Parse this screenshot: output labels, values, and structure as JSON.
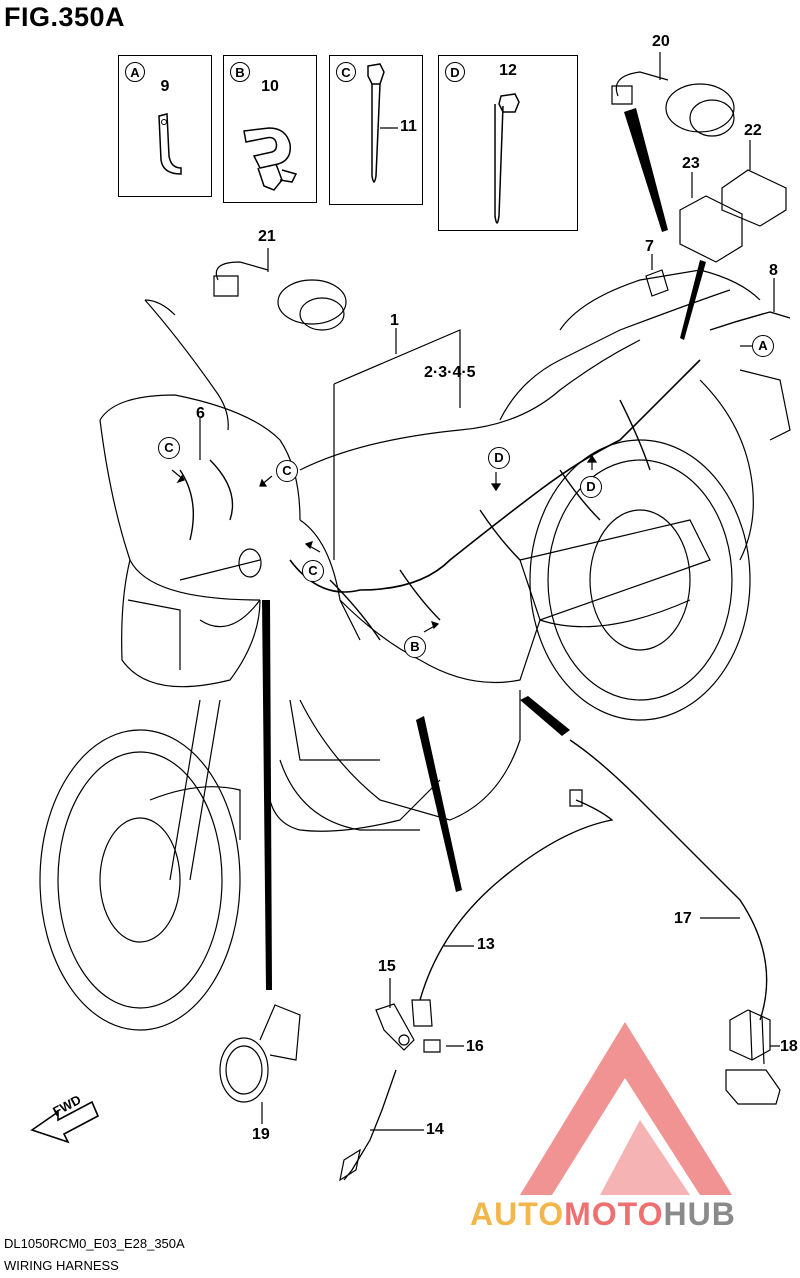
{
  "figure": {
    "title": "FIG.350A",
    "code": "DL1050RCM0_E03_E28_350A",
    "caption": "WIRING HARNESS"
  },
  "detail_boxes": [
    {
      "letter": "A",
      "part": "9"
    },
    {
      "letter": "B",
      "part": "10"
    },
    {
      "letter": "C",
      "part": "11"
    },
    {
      "letter": "D",
      "part": "12"
    }
  ],
  "part_callouts": {
    "p1": "1",
    "p2345": "2·3·4·5",
    "p6": "6",
    "p7": "7",
    "p8": "8",
    "p13": "13",
    "p14": "14",
    "p15": "15",
    "p16": "16",
    "p17": "17",
    "p18": "18",
    "p19": "19",
    "p20": "20",
    "p21": "21",
    "p22": "22",
    "p23": "23",
    "p11": "11"
  },
  "clamp_tags": {
    "a1": "A",
    "b1": "B",
    "c1": "C",
    "c2": "C",
    "c3": "C",
    "d1": "D",
    "d2": "D"
  },
  "icons": {
    "fwd_arrow": {
      "label": "FWD"
    }
  },
  "watermark": {
    "part1": "AUTO",
    "part2": "MOTO",
    "part3": "HUB",
    "colors": {
      "auto": "#f3b64a",
      "moto": "#ef7070",
      "hub": "#8a8a8a"
    }
  }
}
